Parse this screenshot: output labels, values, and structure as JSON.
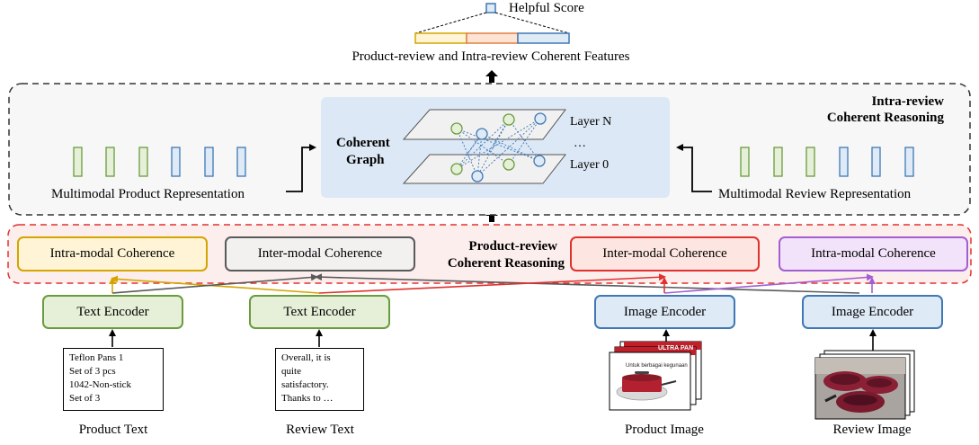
{
  "colors": {
    "green": "#6a9c3e",
    "green_fill": "#e6f0d8",
    "blue": "#3f78b4",
    "blue_fill": "#dfeaf7",
    "yellow": "#d4a500",
    "yellow_fill": "#fff5d6",
    "gray": "#5a5a5a",
    "gray_fill": "#f3f0f0",
    "red": "#e0322d",
    "red_fill": "#fde6e1",
    "purple": "#a35fd1",
    "purple_fill": "#f2e3fa",
    "orange": "#e08040",
    "orange_fill": "#fde3d3"
  },
  "top": {
    "helpful_score": "Helpful Score",
    "features_label": "Product-review and Intra-review Coherent Features"
  },
  "intra": {
    "title_line1": "Intra-review",
    "title_line2": "Coherent Reasoning",
    "product_rep_label": "Multimodal Product Representation",
    "review_rep_label": "Multimodal Review Representation",
    "graph_title_line1": "Coherent",
    "graph_title_line2": "Graph",
    "layer_n": "Layer N",
    "layer_dots": "…",
    "layer_0": "Layer 0"
  },
  "product_review": {
    "title_line1": "Product-review",
    "title_line2": "Coherent Reasoning",
    "coherence_boxes": [
      "Intra-modal Coherence",
      "Inter-modal Coherence",
      "Inter-modal Coherence",
      "Intra-modal Coherence"
    ]
  },
  "encoders": [
    "Text Encoder",
    "Text Encoder",
    "Image Encoder",
    "Image Encoder"
  ],
  "inputs": {
    "product_text_lines": [
      "Teflon Pans 1",
      "Set of 3 pcs",
      "1042-Non-stick",
      "Set of 3"
    ],
    "review_text_lines": [
      "Overall, it is",
      "quite",
      "satisfactory.",
      "Thanks to …"
    ],
    "product_image_text_1": "ULTRA PAN",
    "product_image_text_2": "Untuk berbagai kegunaan"
  },
  "captions": [
    "Product Text",
    "Review Text",
    "Product Image",
    "Review Image"
  ]
}
